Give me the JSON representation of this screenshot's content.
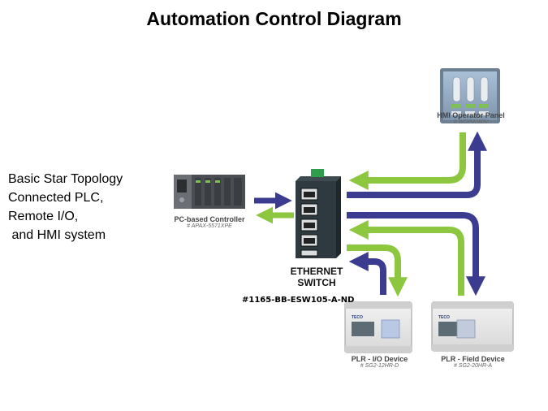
{
  "title": "Automation Control Diagram",
  "description": "Basic Star Topology\nConnected PLC,\nRemote I/O,\n and HMI system",
  "devices": {
    "hmi": {
      "label": "HMI Operator Panel",
      "part": "# WOP2080V"
    },
    "pc": {
      "label": "PC-based Controller",
      "part": "# APAX-5571XPE"
    },
    "switch": {
      "label": "ETHERNET\nSWITCH",
      "part": "#1165-BB-ESW105-A-ND"
    },
    "plr_io": {
      "label": "PLR - I/O Device",
      "part": "# SG2-12HR-D",
      "brand": "TECO"
    },
    "plr_field": {
      "label": "PLR - Field Device",
      "part": "# SG2-20HR-A",
      "brand": "TECO"
    }
  },
  "colors": {
    "green": "#8dc63f",
    "navy": "#3b3b8f"
  }
}
